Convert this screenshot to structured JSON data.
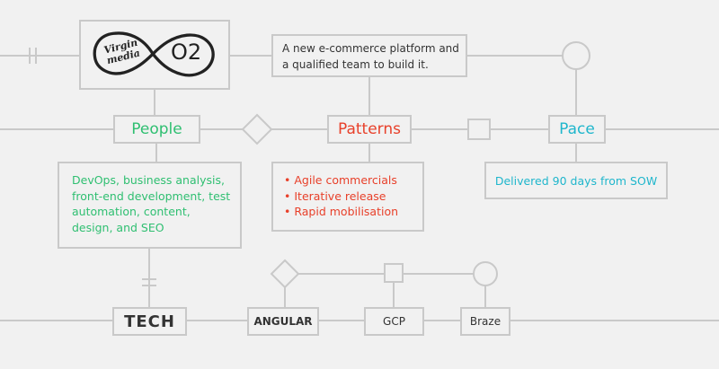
{
  "colors": {
    "people": "#2fbf71",
    "patterns": "#e8402a",
    "pace": "#1fb6cc",
    "line": "#c9c9c9",
    "text": "#333333"
  },
  "logo": {
    "brand_left": "Virgin media",
    "brand_right": "O2",
    "icon": "infinity-loop-icon"
  },
  "intro": "A new e-commerce platform and a qualified team to build it.",
  "pillars": {
    "people": {
      "label": "People",
      "detail": "DevOps, business analysis, front-end development, test automation, content, design, and SEO"
    },
    "patterns": {
      "label": "Patterns",
      "items": [
        "Agile commercials",
        "Iterative release",
        "Rapid mobilisation"
      ]
    },
    "pace": {
      "label": "Pace",
      "detail": "Delivered 90 days from SOW"
    }
  },
  "tech": {
    "label": "TECH",
    "items": [
      "ANGULAR",
      "GCP",
      "Braze"
    ]
  }
}
